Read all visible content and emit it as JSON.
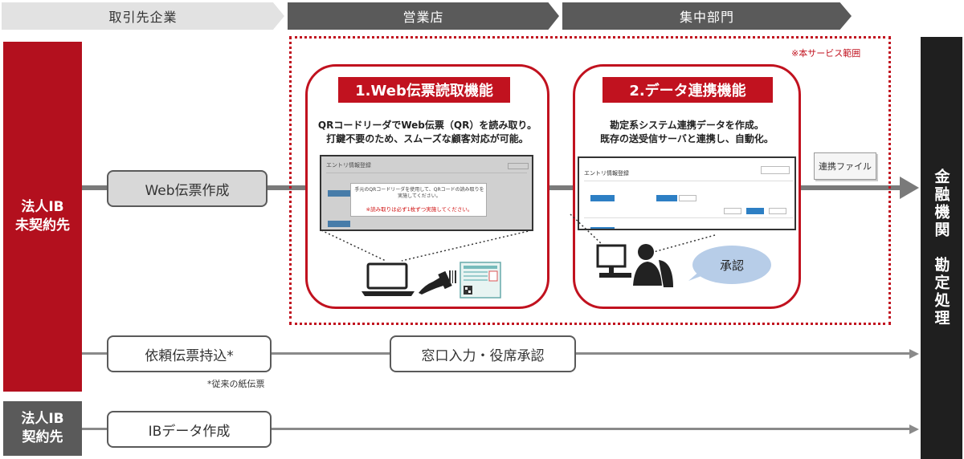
{
  "headers": {
    "client": "取引先企業",
    "branch": "営業店",
    "central": "集中部門"
  },
  "left_blocks": {
    "not_contracted": "法人IB\n未契約先",
    "contracted": "法人IB\n契約先"
  },
  "right_column": "金融機関　勘定処理",
  "service_scope_label": "※本サービス範囲",
  "flow": {
    "web_slip": "Web伝票作成",
    "request_slip": "依頼伝票持込*",
    "request_slip_note": "*従来の紙伝票",
    "counter_input": "窓口入力・役席承認",
    "ib_data": "IBデータ作成",
    "linked_file": "連携ファイル"
  },
  "panel1": {
    "title": "1.Web伝票読取機能",
    "description": "QRコードリーダでWeb伝票（QR）を読み取り。\n打鍵不要のため、スムーズな顧客対応が可能。",
    "screen_title": "エントリ情報登録",
    "dialog_message": "手元のQRコードリーダを使用して、QRコードの読み取りを実施してください。",
    "dialog_note": "※読み取りは必ず1枚ずつ実施してください。"
  },
  "panel2": {
    "title": "2.データ連携機能",
    "description": "勘定系システム連携データを作成。\n既存の送受信サーバと連携し、自動化。",
    "screen_title": "エントリ情報登録",
    "approval": "承認"
  },
  "colors": {
    "brand_red": "#c1121f",
    "dark_grey": "#5a5a5a",
    "line_grey": "#7a7a7a",
    "bubble_blue": "#b7cde8"
  },
  "icons": [
    "laptop-icon",
    "qr-scanner-icon",
    "qr-slip-icon",
    "operator-icon",
    "chevron-arrow-icon"
  ]
}
